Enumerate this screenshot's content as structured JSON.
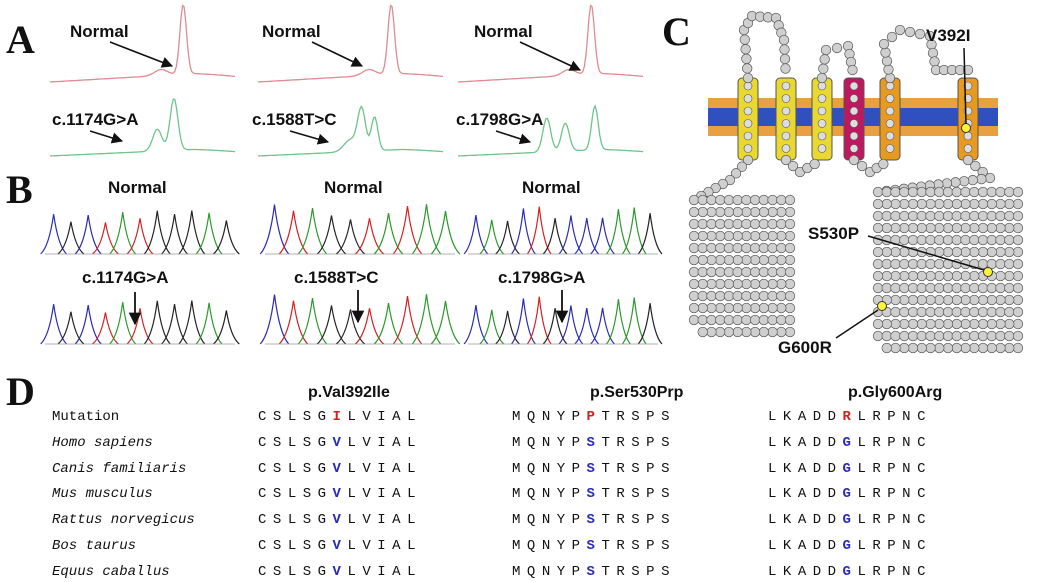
{
  "panels": {
    "A": "A",
    "B": "B",
    "C": "C",
    "D": "D"
  },
  "panel_a": {
    "normal_label": "Normal",
    "mutations": [
      "c.1174G>A",
      "c.1588T>C",
      "c.1798G>A"
    ]
  },
  "panel_b": {
    "normal_label": "Normal",
    "mutations": [
      "c.1174G>A",
      "c.1588T>C",
      "c.1798G>A"
    ]
  },
  "panel_c": {
    "variants": [
      "V392I",
      "S530P",
      "G600R"
    ]
  },
  "panel_d": {
    "titles": [
      "p.Val392Ile",
      "p.Ser530Prp",
      "p.Gly600Arg"
    ],
    "rows": [
      {
        "name": "Mutation",
        "italic": false,
        "seqs": [
          "CSLSGILVIAL",
          "MQNYPPTRSPS",
          "LKADDRLRPNC"
        ]
      },
      {
        "name": "Homo sapiens",
        "italic": true,
        "seqs": [
          "CSLSGVLVIAL",
          "MQNYPSTRSPS",
          "LKADDGLRPNC"
        ]
      },
      {
        "name": "Canis familiaris",
        "italic": true,
        "seqs": [
          "CSLSGVLVIAL",
          "MQNYPSTRSPS",
          "LKADDGLRPNC"
        ]
      },
      {
        "name": "Mus musculus",
        "italic": true,
        "seqs": [
          "CSLSGVLVIAL",
          "MQNYPSTRSPS",
          "LKADDGLRPNC"
        ]
      },
      {
        "name": "Rattus norvegicus",
        "italic": true,
        "seqs": [
          "CSLSGVLVIAL",
          "MQNYPSTRSPS",
          "LKADDGLRPNC"
        ]
      },
      {
        "name": "Bos taurus",
        "italic": true,
        "seqs": [
          "CSLSGVLVIAL",
          "MQNYPSTRSPS",
          "LKADDGLRPNC"
        ]
      },
      {
        "name": "Equus caballus",
        "italic": true,
        "seqs": [
          "CSLSGVLVIAL",
          "MQNYPSTRSPS",
          "LKADDGLRPNC"
        ]
      }
    ],
    "highlight_index": [
      5,
      5,
      5
    ],
    "colors": {
      "mutation": "#d62020",
      "conserved": "#2a2ab8"
    }
  },
  "colors": {
    "normal_trace": "#e08a94",
    "mutant_trace": "#6fc48a",
    "helix_yellow": "#e8d830",
    "helix_magenta": "#c01860",
    "helix_orange": "#e89a20",
    "membrane_blue": "#3050c0"
  }
}
